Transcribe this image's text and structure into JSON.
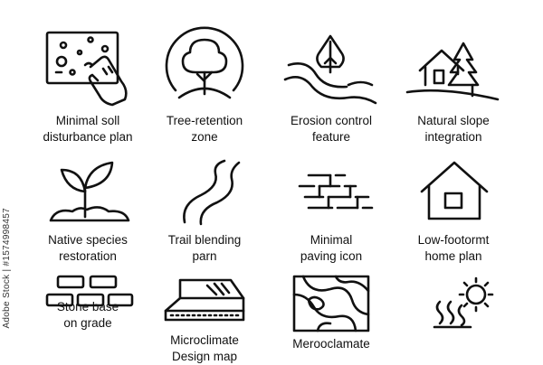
{
  "icons": [
    {
      "icon": "hand-touch-map-icon",
      "label": "Minimal soll\ndisturbance plan"
    },
    {
      "icon": "tree-circle-icon",
      "label": "Tree-retention\nzone"
    },
    {
      "icon": "tree-river-icon",
      "label": "Erosion control\nfeature"
    },
    {
      "icon": "house-slope-icon",
      "label": "Natural slope\nintegration"
    },
    {
      "icon": "sprout-icon",
      "label": "Native species\nrestoration"
    },
    {
      "icon": "trail-path-icon",
      "label": "Trail blending\nparn"
    },
    {
      "icon": "paving-bricks-icon",
      "label": "Minimal\npaving icon"
    },
    {
      "icon": "house-outline-icon",
      "label": "Low-footormt\nhome plan"
    },
    {
      "icon": "stone-blocks-icon",
      "label": "Stone base\non grade"
    },
    {
      "icon": "slab-on-grade-icon",
      "label": "Microclimate\nDesign map"
    },
    {
      "icon": "contour-map-icon",
      "label": "Merooclamate"
    },
    {
      "icon": "sun-heat-icon",
      "label": ""
    }
  ],
  "side_text": "Adobe Stock | #1574998457"
}
